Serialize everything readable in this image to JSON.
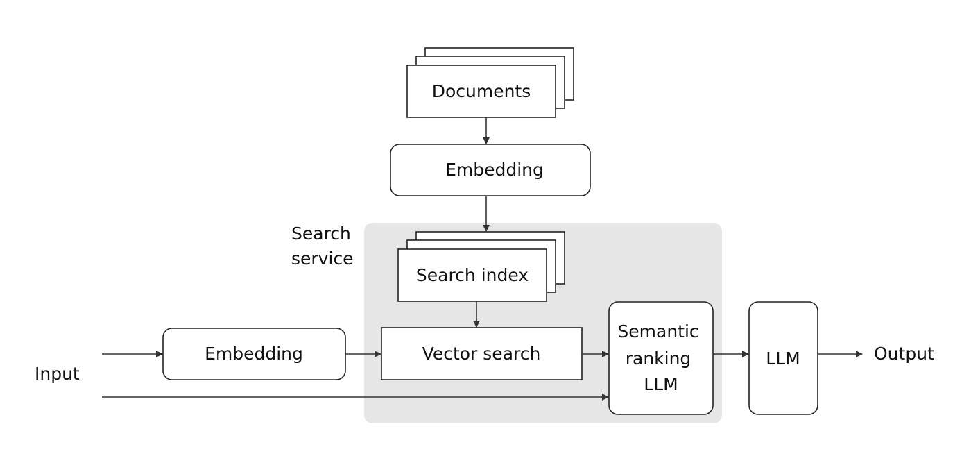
{
  "nodes": {
    "documents": "Documents",
    "embedding_docs": "Embedding",
    "search_service": [
      "Search",
      "service"
    ],
    "search_index": "Search index",
    "vector_search": "Vector search",
    "embedding_input": "Embedding",
    "semantic_ranking": [
      "Semantic",
      "ranking",
      "LLM"
    ],
    "llm": "LLM",
    "input": "Input",
    "output": "Output"
  },
  "colors": {
    "region_fill": "#e6e6e6",
    "stroke": "#222222",
    "arrow": "#333333"
  }
}
